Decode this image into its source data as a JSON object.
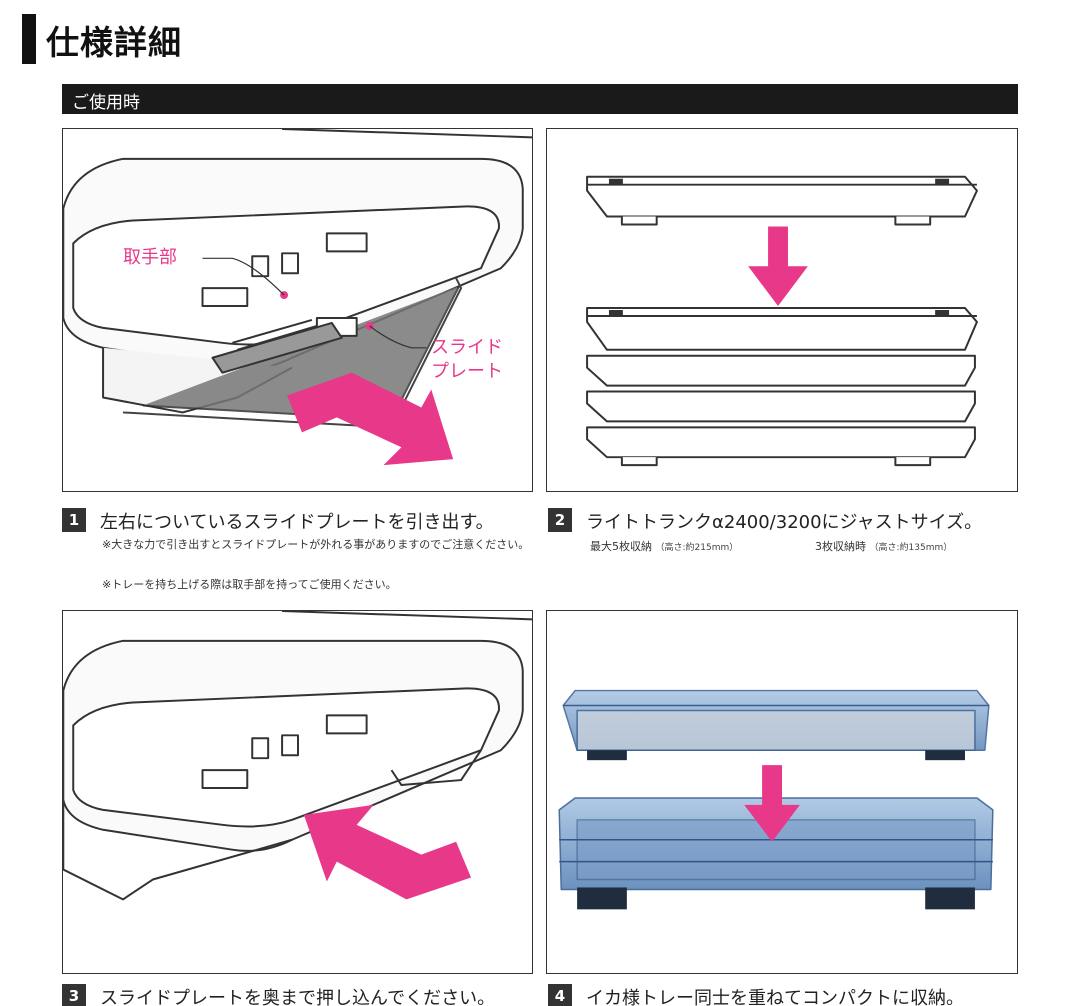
{
  "title": "仕様詳細",
  "section": "ご使用時",
  "panel1": {
    "handle_label": "取手部",
    "slide_label_1": "スライド",
    "slide_label_2": "プレート"
  },
  "steps": [
    {
      "num": "1",
      "text": "左右についているスライドプレートを引き出す。",
      "notes": [
        "※大きな力で引き出すとスライドプレートが外れる事がありますのでご注意ください。",
        "ますのでご注意ください。",
        "※トレーを持ち上げる際は取手部を持ってご使用ください。"
      ]
    },
    {
      "num": "2",
      "text": "ライトトランクα2400/3200にジャストサイズ。",
      "cap1": "最大5枚収納",
      "cap1_sub": "（高さ:約215mm）",
      "cap2": "3枚収納時",
      "cap2_sub": "（高さ:約135mm）"
    },
    {
      "num": "3",
      "text": "スライドプレートを奥まで押し込んでください。"
    },
    {
      "num": "4",
      "text": "イカ様トレー同士を重ねてコンパクトに収納。"
    }
  ],
  "colors": {
    "accent": "#e8388a",
    "tray_blue": "#5b86b8",
    "bar": "#1a1a1a"
  }
}
